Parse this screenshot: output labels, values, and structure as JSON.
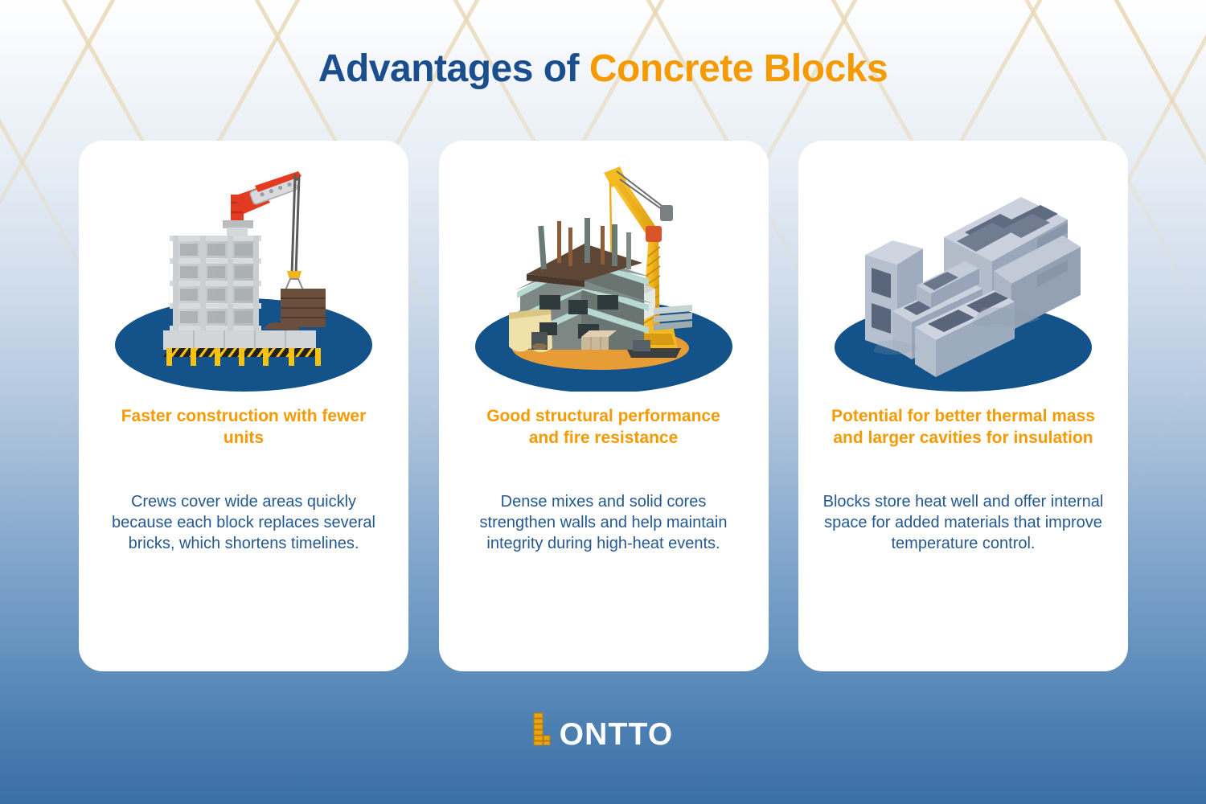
{
  "page": {
    "title_main": "Advantages of ",
    "title_accent": "Concrete Blocks",
    "colors": {
      "title_dark": "#1b4e8c",
      "accent_orange": "#F59A00",
      "body_blue": "#25588f",
      "ellipse_navy": "#14538a",
      "card_white": "#ffffff",
      "bg_bottom_blue": "#3a6fa4",
      "pattern_cream": "#efe0c4"
    }
  },
  "cards": [
    {
      "illustration_name": "building-under-construction-with-red-tower-crane",
      "heading": "Faster construction with fewer units",
      "body": "Crews cover wide areas quickly because each block replaces several bricks, which shortens timelines."
    },
    {
      "illustration_name": "multistorey-building-with-yellow-mobile-crane",
      "heading": "Good structural performance and fire resistance",
      "body": "Dense mixes and solid cores strengthen walls and help maintain integrity during high-heat events."
    },
    {
      "illustration_name": "stack-of-hollow-concrete-blocks",
      "heading": "Potential for better thermal mass and larger cavities for insulation",
      "body": "Blocks store heat well and offer internal space for added materials that improve temperature control."
    }
  ],
  "footer": {
    "brand_initial": "L",
    "brand_rest": "ONTTO"
  }
}
